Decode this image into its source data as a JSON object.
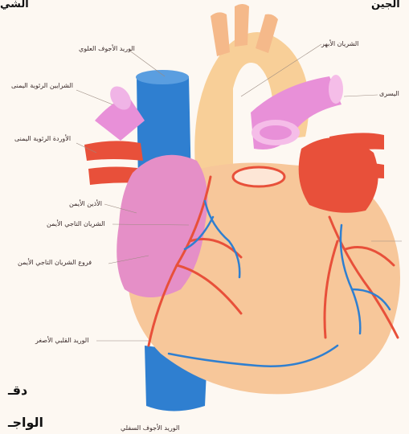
{
  "edge_text": {
    "top_left": "الشي",
    "top_right": "الجين",
    "bottom_left_1": "دقـ",
    "bottom_left_2": "الواجـ"
  },
  "labels": {
    "superior_vena_cava": "الوريد الأجوف العلوي",
    "aorta": "الشريان الأبهر",
    "right_pulmonary_artery": "الشرايين الرئوية اليمنى",
    "right_pulmonary_veins": "الأوردة الرئوية اليمنى",
    "right_atrium": "الأذين الأيمن",
    "right_coronary_artery": "الشريان التاجي الأيمن",
    "right_coronary_branch": "فروع الشريان التاجي الأيمن",
    "small_cardiac_vein": "الوريد القلبي الأصغر",
    "left_pulmonary_artery": "اليسرى",
    "inferior_vena_cava": "الوريد الأجوف السفلي"
  },
  "colors": {
    "vein_blue": "#2f7fd0",
    "artery_red": "#e8503a",
    "heart_peach": "#f7c79a",
    "atrium_pink": "#e58fc7",
    "pulmonary_pink": "#e890d8",
    "aorta_light": "#f8cf98"
  }
}
